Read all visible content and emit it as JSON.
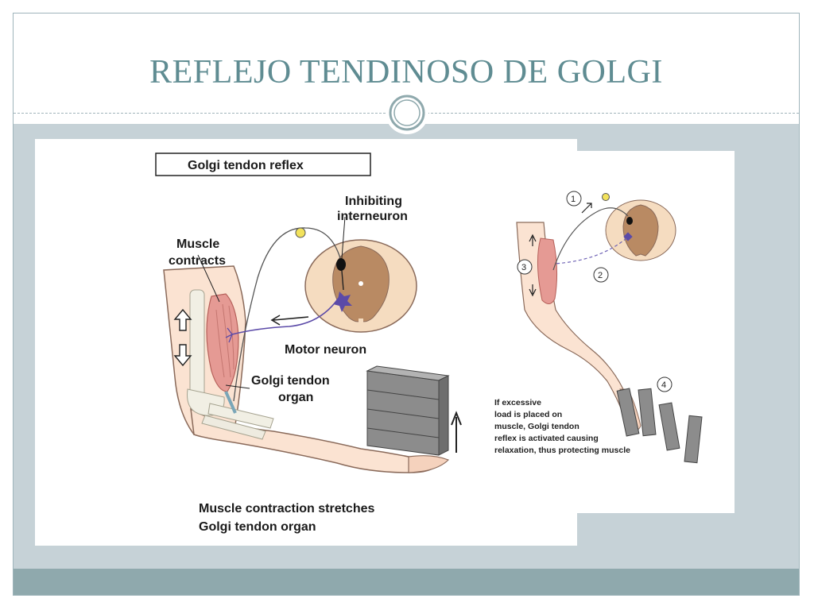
{
  "slide": {
    "title": "REFLEJO TENDINOSO DE GOLGI"
  },
  "left_figure": {
    "box_title": "Golgi tendon reflex",
    "labels": {
      "inhibiting_line1": "Inhibiting",
      "inhibiting_line2": "interneuron",
      "muscle_line1": "Muscle",
      "muscle_line2": "contracts",
      "motor_neuron": "Motor neuron",
      "gto_line1": "Golgi tendon",
      "gto_line2": "organ"
    },
    "caption_line1": "Muscle contraction stretches",
    "caption_line2": "Golgi tendon organ"
  },
  "right_figure": {
    "step_numbers": [
      "1",
      "2",
      "3",
      "4"
    ],
    "note_lines": [
      "If excessive",
      "load is placed on",
      "muscle, Golgi tendon",
      "reflex is activated causing",
      "relaxation, thus protecting muscle"
    ]
  },
  "colors": {
    "title": "#5f8c92",
    "content_band": "#c6d2d7",
    "footer_band": "#8fa9ad",
    "skin": "#fbe3d2",
    "muscle": "#e59a94",
    "spinal_gray": "#b98a63",
    "spinal_white": "#f5dcc0",
    "neuron": "#5b4aa8",
    "weight": "#8c8c8c"
  }
}
